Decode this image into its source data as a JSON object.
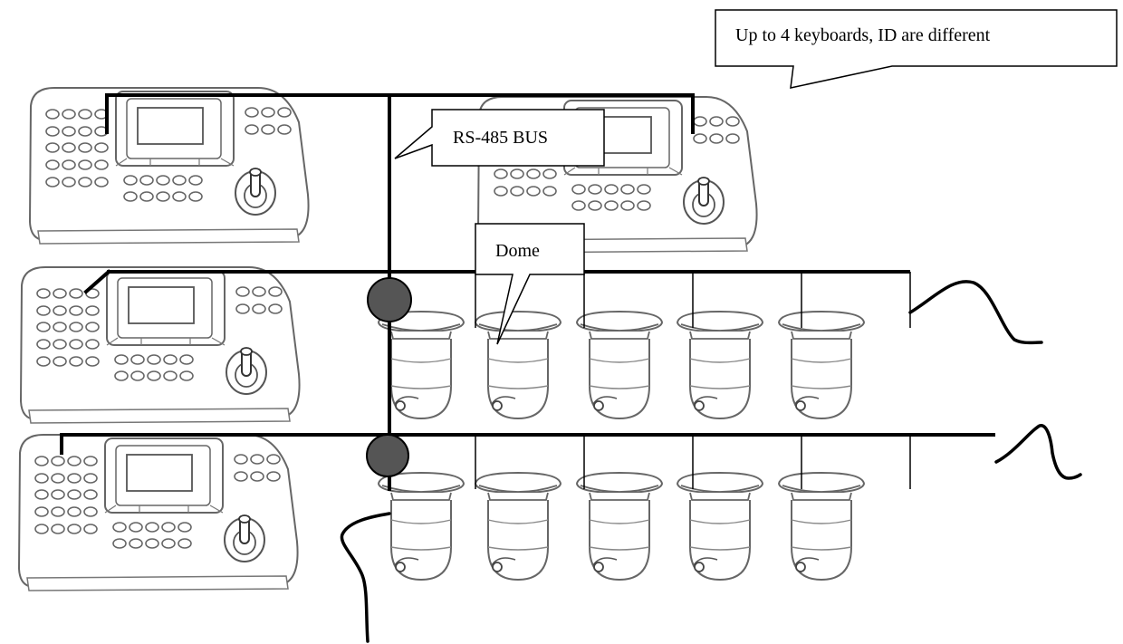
{
  "callouts": {
    "keyboards_note": "Up to 4 keyboards, ID are different",
    "bus_label": "RS-485 BUS",
    "dome_label": "Dome"
  },
  "devices": {
    "keyboard_count": 4,
    "dome_rows": 2,
    "domes_per_row": 5
  },
  "colors": {
    "line": "#000000",
    "junction": "#555555",
    "device_outline": "#666666",
    "background": "#ffffff"
  }
}
